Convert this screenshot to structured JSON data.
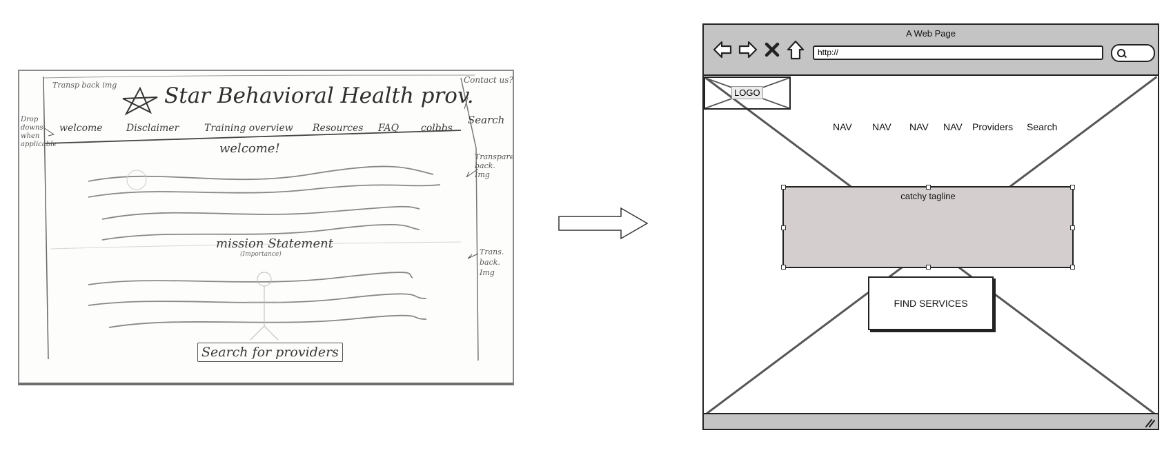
{
  "sketch": {
    "note_top_left": "Transp back img",
    "title": "Star Behavioral Health prov.",
    "note_contact": "Contact us?",
    "note_search": "Search",
    "note_dropdowns": "Drop downs when applicable",
    "nav": [
      "welcome",
      "Disclaimer",
      "Training overview",
      "Resources",
      "FAQ",
      "colbbs"
    ],
    "welcome": "welcome!",
    "note_right_1": "Transparent back. Img",
    "mission": "mission Statement",
    "importance": "(Importance)",
    "note_right_2": "Trans. back. Img",
    "search_button": "Search for providers"
  },
  "wireframe": {
    "window_title": "A Web Page",
    "url": "http://",
    "logo": "LOGO",
    "nav": [
      "NAV",
      "NAV",
      "NAV",
      "NAV",
      "Providers",
      "Search"
    ],
    "tagline": "catchy tagline",
    "cta": "FIND SERVICES"
  }
}
